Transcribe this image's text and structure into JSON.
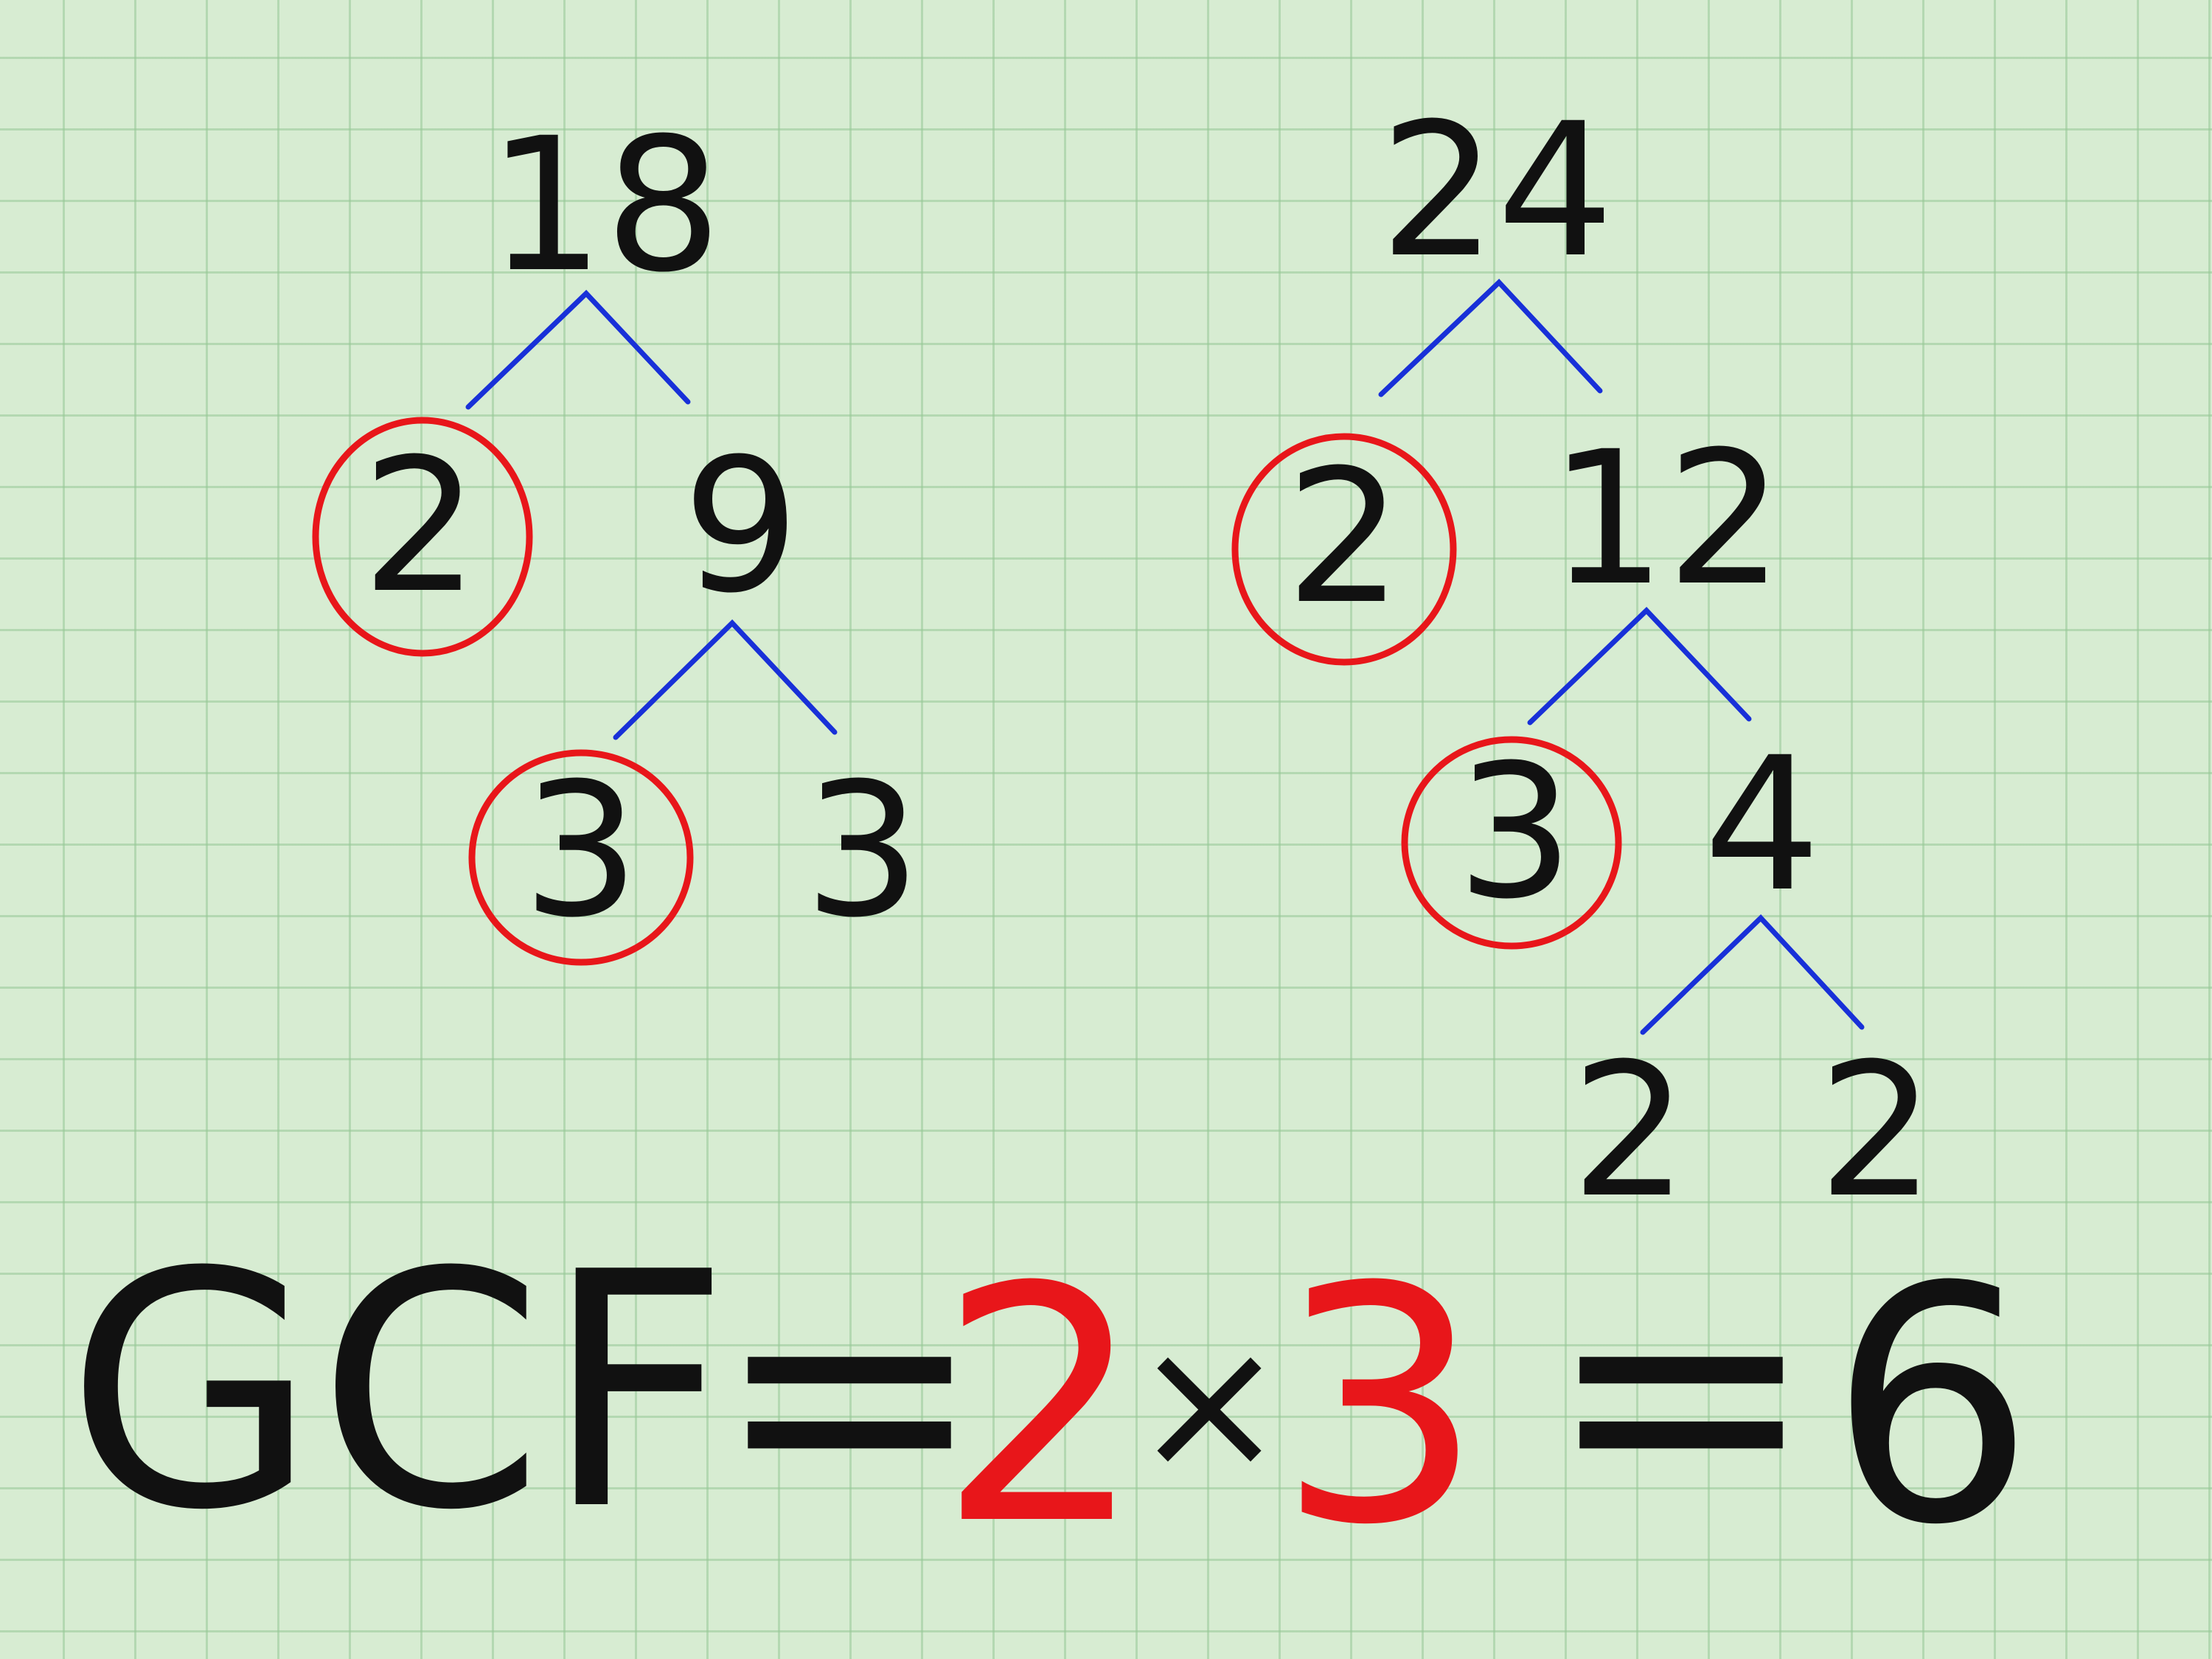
{
  "tree_left": {
    "root": "18",
    "level1_left": "2",
    "level1_right": "9",
    "level2_left": "3",
    "level2_right": "3"
  },
  "tree_right": {
    "root": "24",
    "level1_left": "2",
    "level1_right": "12",
    "level2_left": "3",
    "level2_right": "4",
    "level3_left": "2",
    "level3_right": "2"
  },
  "equation": {
    "label": "GCF",
    "equals_1": "=",
    "factor_a": "2",
    "times": "×",
    "factor_b": "3",
    "equals_2": "=",
    "result": "6"
  },
  "colors": {
    "background": "#d7ecd2",
    "grid": "#96c896",
    "ink": "#111111",
    "highlight": "#e8161a",
    "branch": "#1830d8"
  }
}
